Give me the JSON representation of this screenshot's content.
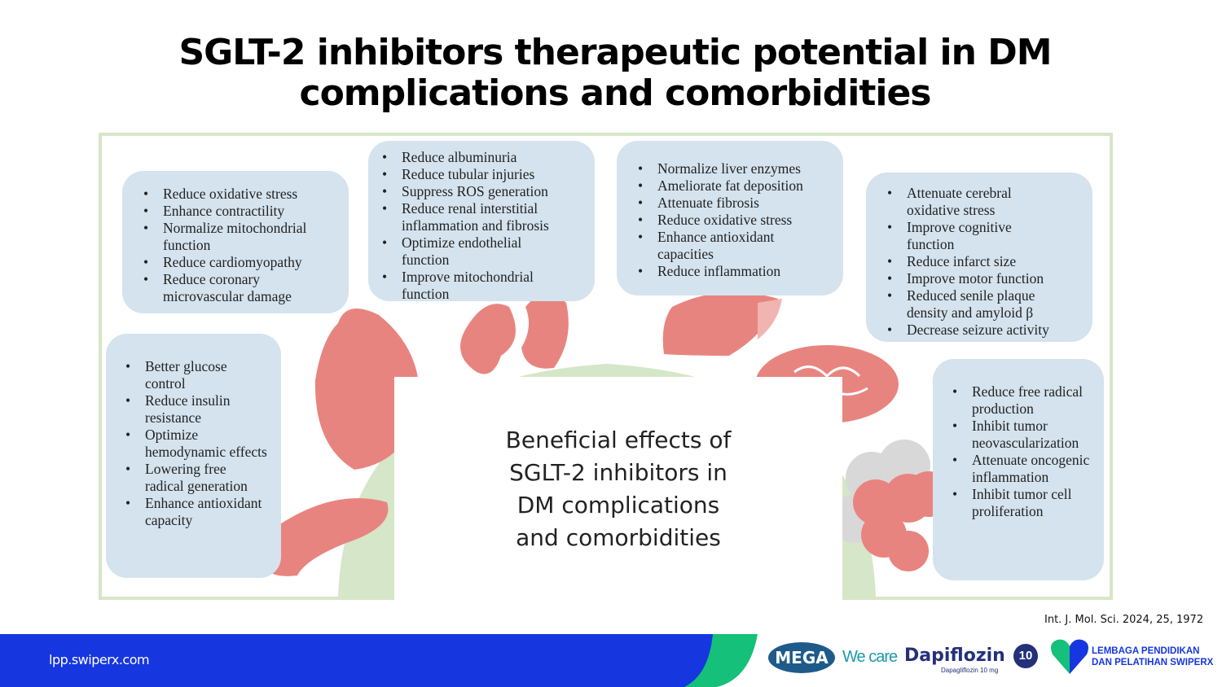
{
  "title": [
    "SGLT-2 inhibitors therapeutic potential in DM",
    "complications and comorbidities"
  ],
  "center_text": [
    "Beneficial effects of",
    "SGLT-2 inhibitors in",
    "DM complications",
    "and comorbidities"
  ],
  "boxes": {
    "heart": [
      "Reduce oxidative stress",
      "Enhance contractility",
      "Normalize mitochondrial function",
      "Reduce cardiomyopathy",
      "Reduce coronary microvascular damage"
    ],
    "kidney": [
      "Reduce albuminuria",
      "Reduce tubular injuries",
      "Suppress ROS generation",
      "Reduce renal interstitial inflammation and fibrosis",
      "Optimize endothelial function",
      "Improve mitochondrial function"
    ],
    "liver": [
      "Normalize liver enzymes",
      "Ameliorate fat deposition",
      "Attenuate fibrosis",
      "Reduce oxidative stress",
      "Enhance antioxidant capacities",
      "Reduce inflammation"
    ],
    "brain": [
      "Attenuate cerebral oxidative stress",
      "Improve cognitive function",
      "Reduce infarct size",
      "Improve motor function",
      "Reduced senile plaque density and amyloid β",
      "Decrease seizure activity"
    ],
    "pancreas": [
      "Better glucose control",
      "Reduce insulin resistance",
      "Optimize hemodynamic effects",
      "Lowering free radical generation",
      "Enhance antioxidant capacity"
    ],
    "cancer": [
      "Reduce free radical production",
      "Inhibit tumor neovascularization",
      "Attenuate oncogenic inflammation",
      "Inhibit tumor cell proliferation"
    ]
  },
  "citation": "Int. J. Mol. Sci. 2024, 25, 1972",
  "footer": {
    "url": "lpp.swiperx.com",
    "mega": "MEGA",
    "we_care": "We care",
    "brand": "Dapiflozin",
    "brand_sub": "Dapagliflozin 10 mg",
    "dose": "10",
    "lpp_line1": "LEMBAGA PENDIDIKAN",
    "lpp_line2": "DAN PELATIHAN SWIPERX"
  },
  "colors": {
    "box": "#d4e3ee",
    "organ": "#e8847f",
    "arc": "#d6e6c8",
    "footer_blue": "#1636e0",
    "footer_green": "#14c07a"
  }
}
